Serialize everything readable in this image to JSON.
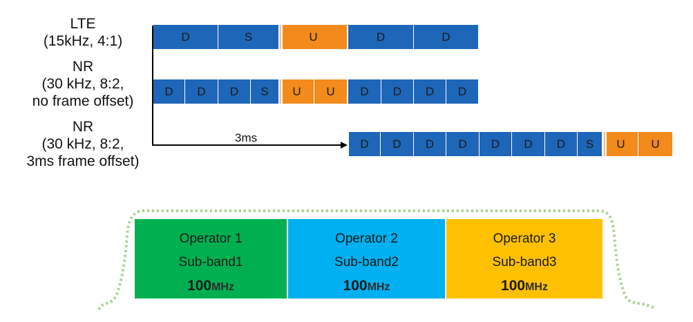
{
  "rows": [
    {
      "label_lines": [
        "LTE",
        "(15kHz, 4:1)"
      ],
      "blocks": [
        "D",
        "S",
        "U",
        "D",
        "D"
      ]
    },
    {
      "label_lines": [
        "NR",
        "(30 kHz, 8:2,",
        "no frame offset)"
      ],
      "blocks": [
        "D",
        "D",
        "D",
        "S",
        "U",
        "U",
        "D",
        "D",
        "D",
        "D"
      ]
    },
    {
      "label_lines": [
        "NR",
        "(30 kHz, 8:2,",
        "3ms frame offset)"
      ],
      "blocks": [
        "D",
        "D",
        "D",
        "D",
        "D",
        "D",
        "D",
        "S",
        "U",
        "U"
      ]
    }
  ],
  "offset_label": "3ms",
  "bands": [
    {
      "operator": "Operator 1",
      "subband": "Sub-band1",
      "bw_value": "100",
      "bw_unit": "MHz",
      "color": "#00b050"
    },
    {
      "operator": "Operator 2",
      "subband": "Sub-band2",
      "bw_value": "100",
      "bw_unit": "MHz",
      "color": "#00b0f0"
    },
    {
      "operator": "Operator 3",
      "subband": "Sub-band3",
      "bw_value": "100",
      "bw_unit": "MHz",
      "color": "#ffc000"
    }
  ],
  "colors": {
    "downlink": "#1e66b8",
    "uplink": "#f28a1c",
    "mask": "#a9d18e"
  }
}
